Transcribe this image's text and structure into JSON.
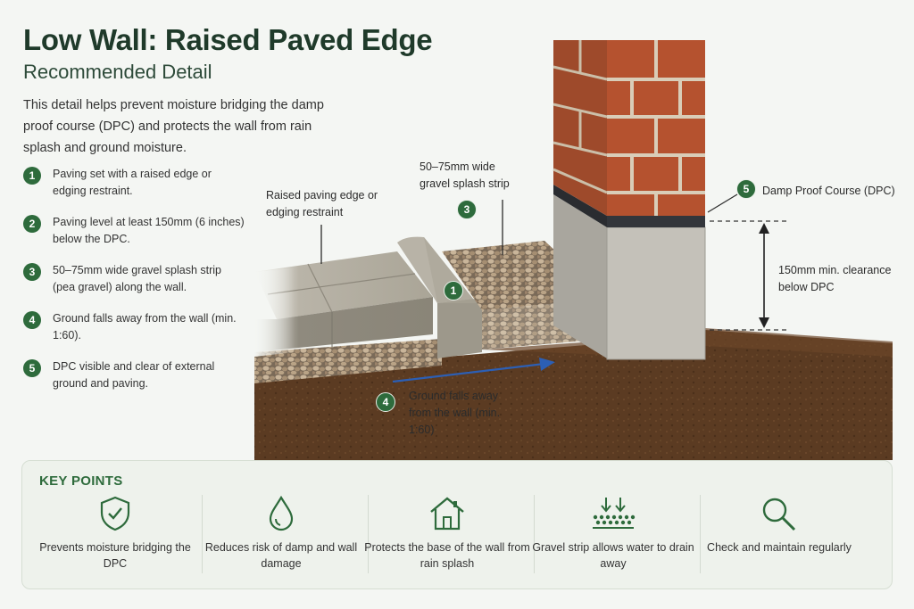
{
  "header": {
    "title": "Low Wall: Raised Paved Edge",
    "subtitle": "Recommended Detail",
    "intro": "This detail helps prevent moisture bridging the damp proof course (DPC) and protects the wall from rain splash and ground moisture."
  },
  "steps": [
    {
      "num": "1",
      "text": "Paving set with a raised edge or edging restraint."
    },
    {
      "num": "2",
      "text": "Paving level at least 150mm (6 inches) below the DPC."
    },
    {
      "num": "3",
      "text": "50–75mm wide gravel splash strip (pea gravel) along the wall."
    },
    {
      "num": "4",
      "text": "Ground falls away from the wall (min. 1:60)."
    },
    {
      "num": "5",
      "text": "DPC visible and clear of external ground and paving."
    }
  ],
  "callouts": {
    "raised_edge": "Raised paving edge or edging restraint",
    "gravel_strip": "50–75mm wide gravel splash strip",
    "dpc": "Damp Proof Course (DPC)",
    "clearance": "150mm min. clearance below DPC",
    "ground_falls": "Ground falls away from the wall (min. 1:60)",
    "badge_1": "1",
    "badge_3": "3",
    "badge_4": "4",
    "badge_5": "5"
  },
  "key_points": {
    "title": "KEY POINTS",
    "items": [
      {
        "icon": "shield-check-icon",
        "text": "Prevents moisture bridging the DPC"
      },
      {
        "icon": "water-drop-icon",
        "text": "Reduces risk of damp and wall damage"
      },
      {
        "icon": "house-icon",
        "text": "Protects the base of the wall from rain splash"
      },
      {
        "icon": "gravel-drain-icon",
        "text": "Gravel strip allows water to drain away"
      },
      {
        "icon": "magnifier-icon",
        "text": "Check and maintain regularly"
      }
    ]
  },
  "colors": {
    "accent": "#2e6b3c",
    "brick": "#b5522f",
    "soil": "#5b3b22",
    "arrow": "#2c5fb5"
  }
}
